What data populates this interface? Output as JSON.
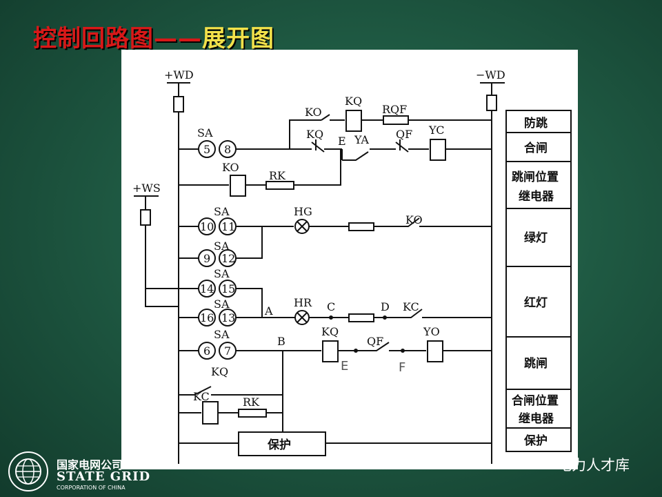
{
  "slide": {
    "title_main": "控制回路图",
    "title_dash": "——",
    "title_sub": "展开图",
    "title_main_color": "#d81818",
    "title_sub_color": "#f2e14a"
  },
  "diagram": {
    "buses": {
      "plus_wd": "+WD",
      "minus_wd": "−WD",
      "plus_ws": "+WS"
    },
    "contacts_sa": {
      "sa_label": "SA",
      "row1": [
        "5",
        "8"
      ],
      "row3": [
        "10",
        "11"
      ],
      "row4": [
        "9",
        "12"
      ],
      "row5": [
        "14",
        "15"
      ],
      "row6": [
        "16",
        "13"
      ],
      "row7": [
        "6",
        "7"
      ]
    },
    "components": {
      "ko": "KO",
      "kq": "KQ",
      "rqf": "RQF",
      "qf": "QF",
      "yc": "YC",
      "ya": "YA",
      "rk": "RK",
      "hg": "HG",
      "hr": "HR",
      "kc": "KC",
      "yo": "YO",
      "e": "E"
    },
    "nodes": {
      "a": "A",
      "b": "B",
      "c": "C",
      "d": "D",
      "e2": "E",
      "f": "F"
    },
    "protect_box": "保护",
    "legend": [
      "防跳",
      "合闸",
      "跳闸位置",
      "继电器",
      "绿灯",
      "红灯",
      "跳闸",
      "合闸位置",
      "继电器",
      "保护"
    ]
  },
  "logo": {
    "cn_name": "国家电网公司",
    "en_name": "STATE GRID",
    "corp_line": "CORPORATION OF CHINA"
  },
  "watermark": {
    "icon": "wechat-icon",
    "text": "电力人才库"
  }
}
